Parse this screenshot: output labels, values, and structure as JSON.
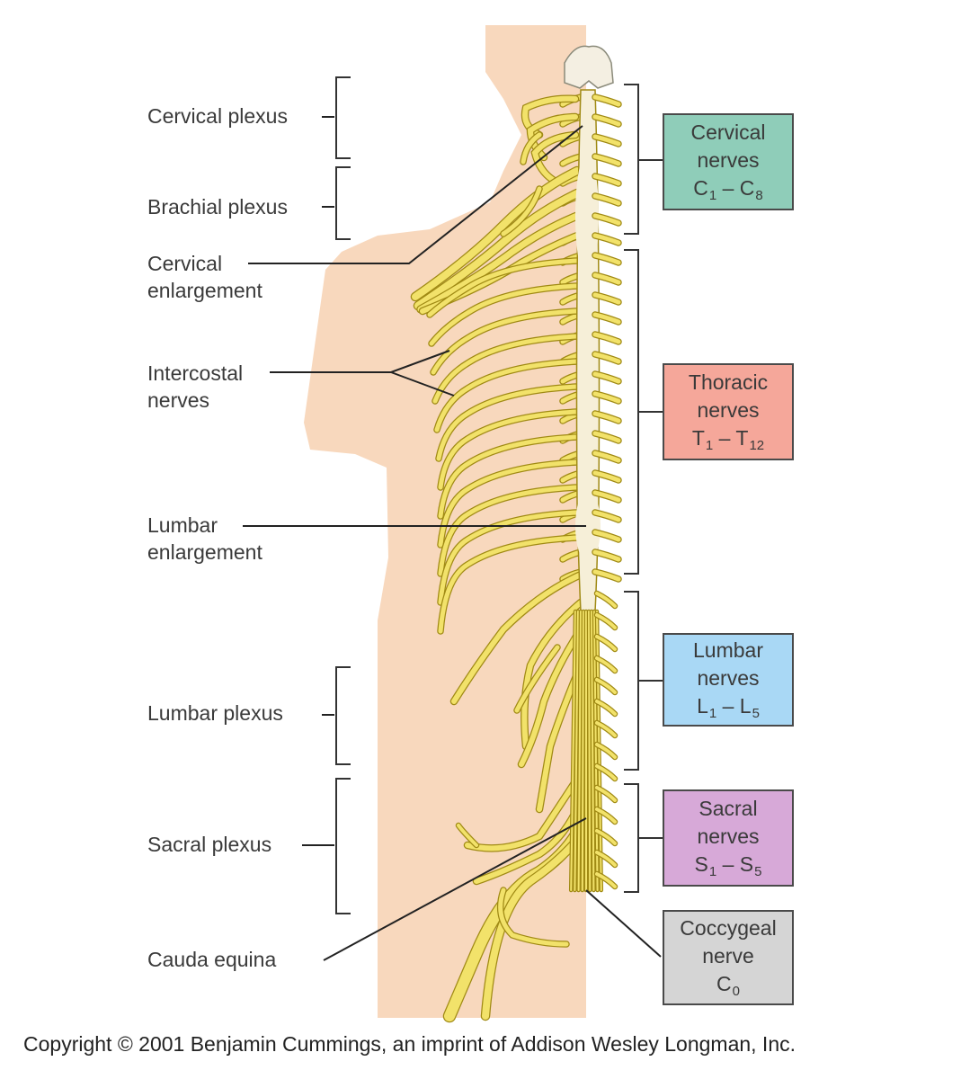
{
  "left_labels": {
    "cervical_plexus": "Cervical plexus",
    "brachial_plexus": "Brachial plexus",
    "cervical_enlargement_1": "Cervical",
    "cervical_enlargement_2": "enlargement",
    "intercostal_1": "Intercostal",
    "intercostal_2": "nerves",
    "lumbar_enlargement_1": "Lumbar",
    "lumbar_enlargement_2": "enlargement",
    "lumbar_plexus": "Lumbar plexus",
    "sacral_plexus": "Sacral plexus",
    "cauda_equina": "Cauda equina"
  },
  "nerve_groups": {
    "cervical": {
      "line1": "Cervical",
      "line2": "nerves",
      "from": "C",
      "from_sub": "1",
      "dash": " – ",
      "to": "C",
      "to_sub": "8",
      "color": "#8fcdb9"
    },
    "thoracic": {
      "line1": "Thoracic",
      "line2": "nerves",
      "from": "T",
      "from_sub": "1",
      "dash": " – ",
      "to": "T",
      "to_sub": "12",
      "color": "#f5a79a"
    },
    "lumbar": {
      "line1": "Lumbar",
      "line2": "nerves",
      "from": "L",
      "from_sub": "1",
      "dash": " – ",
      "to": "L",
      "to_sub": "5",
      "color": "#a9d8f5"
    },
    "sacral": {
      "line1": "Sacral",
      "line2": "nerves",
      "from": "S",
      "from_sub": "1",
      "dash": " – ",
      "to": "S",
      "to_sub": "5",
      "color": "#d7a9d8"
    },
    "coccygeal": {
      "line1": "Coccygeal",
      "line2": "nerve",
      "from": "C",
      "from_sub": "0",
      "color": "#d5d5d5"
    }
  },
  "colors": {
    "skin": "#f8d8bd",
    "nerve": "#f2e26a",
    "nerve_outline": "#a08a14",
    "cord": "#f6efd8"
  },
  "copyright": "Copyright © 2001 Benjamin Cummings, an imprint of Addison Wesley Longman, Inc."
}
